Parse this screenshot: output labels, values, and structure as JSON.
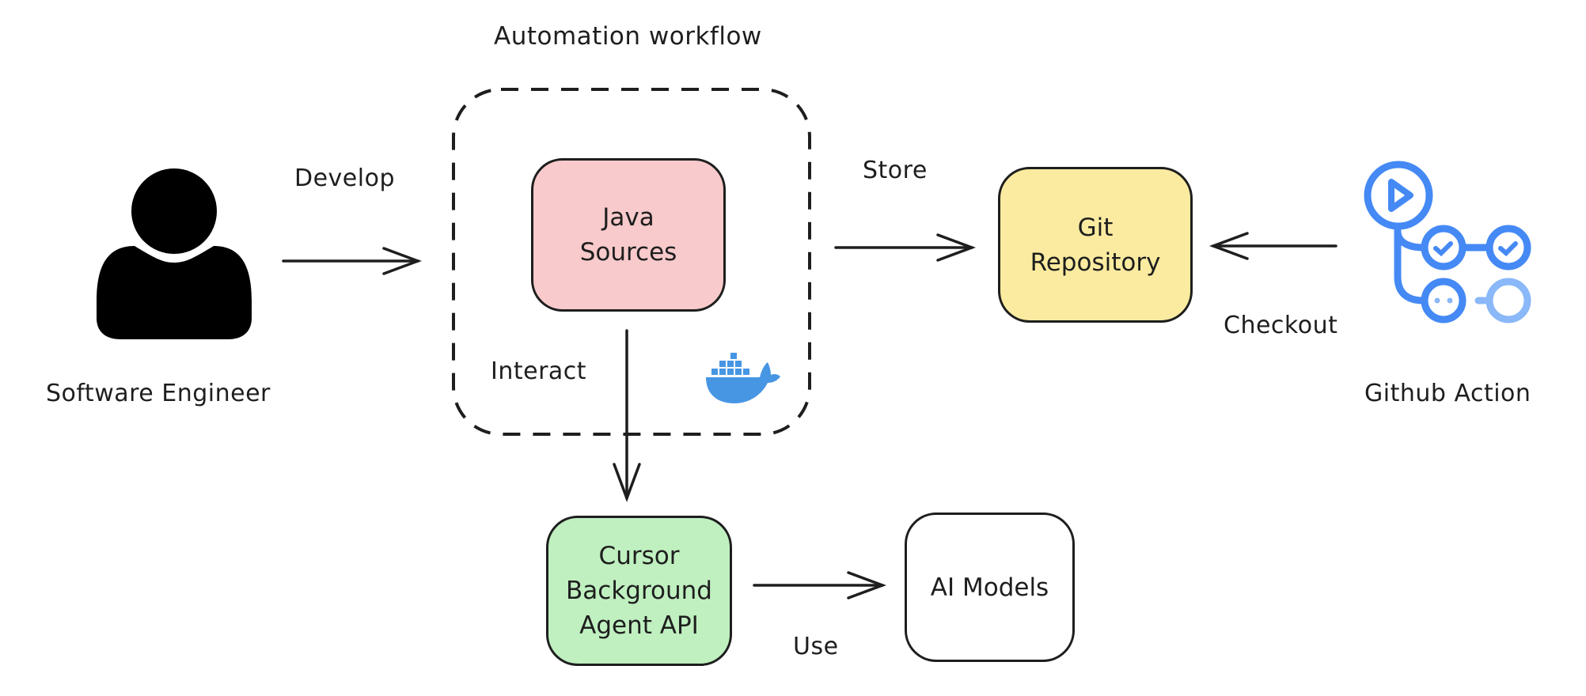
{
  "title": "Automation workflow",
  "colors": {
    "stroke": "#1e1e1e",
    "java_fill": "#f8cacb",
    "git_fill": "#fbeba0",
    "cursor_fill": "#c0f0c0",
    "ai_fill": "#ffffff",
    "github_blue": "#4589f5",
    "github_light": "#8ab8f8",
    "docker_blue": "#4796e3"
  },
  "actors": {
    "engineer": {
      "label": "Software Engineer",
      "icon": "person-icon"
    },
    "github_action": {
      "label": "Github Action",
      "icon": "github-actions-icon"
    }
  },
  "nodes": {
    "java": {
      "lines": [
        "Java",
        "Sources"
      ]
    },
    "git": {
      "lines": [
        "Git",
        "Repository"
      ]
    },
    "cursor": {
      "lines": [
        "Cursor",
        "Background",
        "Agent API"
      ]
    },
    "ai": {
      "lines": [
        "AI Models"
      ]
    }
  },
  "container": {
    "label": "Automation workflow",
    "icon": "docker-icon"
  },
  "edges": {
    "develop": {
      "label": "Develop",
      "from": "Software Engineer",
      "to": "Automation workflow"
    },
    "store": {
      "label": "Store",
      "from": "Automation workflow",
      "to": "Git Repository"
    },
    "checkout": {
      "label": "Checkout",
      "from": "Github Action",
      "to": "Git Repository"
    },
    "interact": {
      "label": "Interact",
      "from": "Java Sources",
      "to": "Cursor Background Agent API"
    },
    "use": {
      "label": "Use",
      "from": "Cursor Background Agent API",
      "to": "AI Models"
    }
  }
}
